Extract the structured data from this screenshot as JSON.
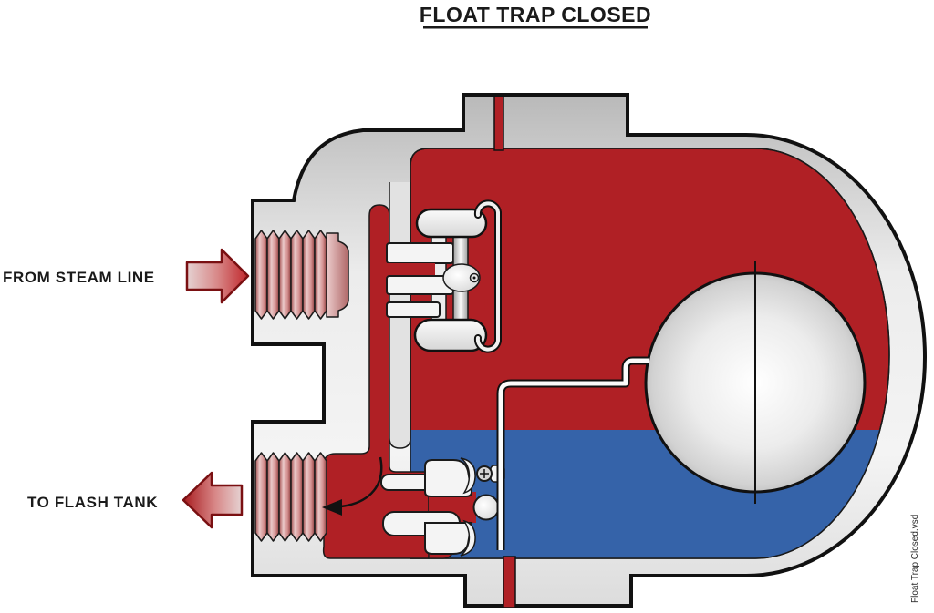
{
  "title": "FLOAT TRAP CLOSED",
  "labels": {
    "inlet": "FROM STEAM LINE",
    "outlet": "TO FLASH TANK"
  },
  "watermark": "Float Trap Closed.vsd",
  "colors": {
    "steam_red": "#b02025",
    "condensate_blue": "#3563a9",
    "outline_black": "#1a1a1a",
    "arrow_border": "#7a1012",
    "body_gray": "#e2e2e2"
  }
}
